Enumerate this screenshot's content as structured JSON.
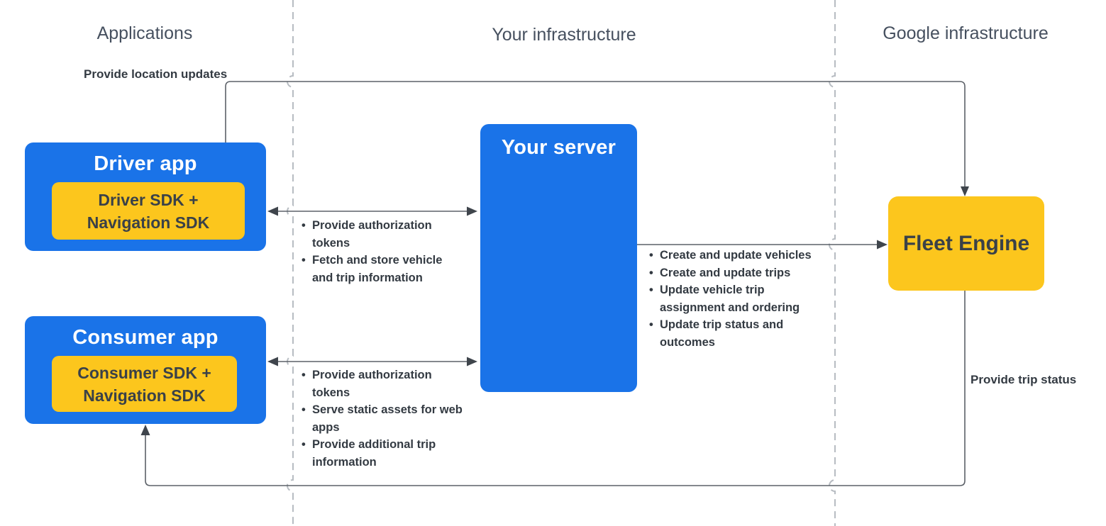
{
  "columns": [
    {
      "label": "Applications"
    },
    {
      "label": "Your infrastructure"
    },
    {
      "label": "Google infrastructure"
    }
  ],
  "nodes": {
    "driver_app": {
      "title": "Driver app",
      "sdk": "Driver SDK +\nNavigation SDK"
    },
    "consumer_app": {
      "title": "Consumer app",
      "sdk": "Consumer SDK +\nNavigation SDK"
    },
    "your_server": {
      "title": "Your server"
    },
    "fleet_engine": {
      "title": "Fleet Engine"
    }
  },
  "edge_labels": {
    "provide_location_updates": "Provide location updates",
    "provide_trip_status": "Provide trip status"
  },
  "lists": {
    "driver_server": [
      "Provide authorization tokens",
      "Fetch and store vehicle and trip information"
    ],
    "server_fleet": [
      "Create and update vehicles",
      "Create and update trips",
      "Update vehicle trip assignment and ordering",
      "Update trip status and outcomes"
    ],
    "consumer_server": [
      "Provide authorization tokens",
      "Serve static assets for web apps",
      "Provide additional trip information"
    ]
  },
  "colors": {
    "node_blue": "#1a73e8",
    "node_yellow": "#fcc61d",
    "connector": "#5c6168",
    "divider_dash": "#b7bcc2",
    "text_dark": "#333a42",
    "header_gray": "#46505f"
  }
}
